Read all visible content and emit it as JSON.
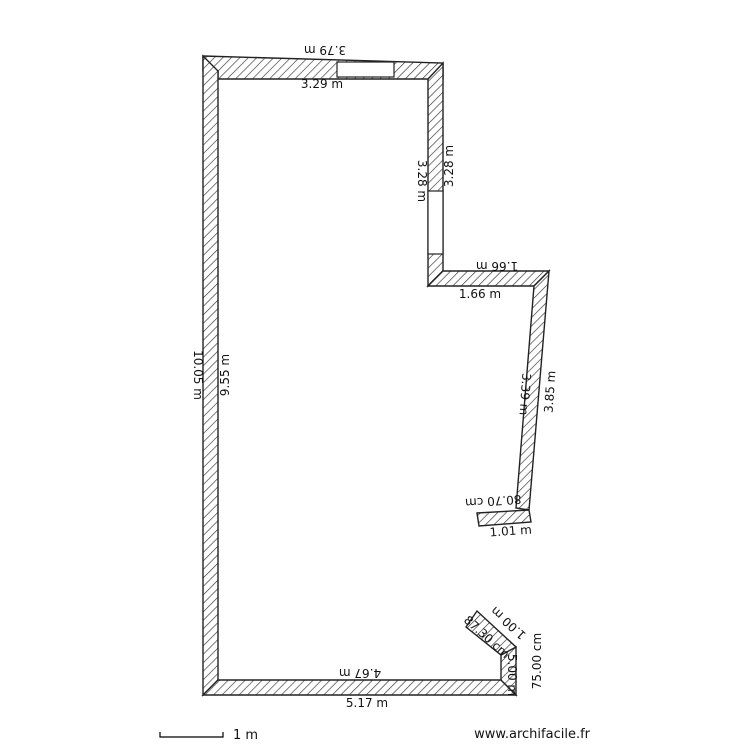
{
  "dimensions": {
    "top_outer": "3.79 m",
    "top_inner": "3.29 m",
    "right_upper_inner": "3.28 m",
    "right_upper_outer": "3.28 m",
    "step_outer": "1.66 m",
    "step_inner": "1.66 m",
    "left_outer": "10.05 m",
    "left_inner": "9.55 m",
    "right_lower_inner": "3.39 m",
    "right_lower_outer": "3.85 m",
    "stub_inner": "80.70 cm",
    "stub_outer": "1.01 m",
    "bottom_inner": "4.67 m",
    "bottom_outer": "5.17 m",
    "corner_a": "1.00 m",
    "corner_b": "87.30 cm",
    "corner_c": "75.00 cm",
    "corner_d": "5.00 m"
  },
  "scale_label": "1 m",
  "watermark": "www.archifacile.fr"
}
